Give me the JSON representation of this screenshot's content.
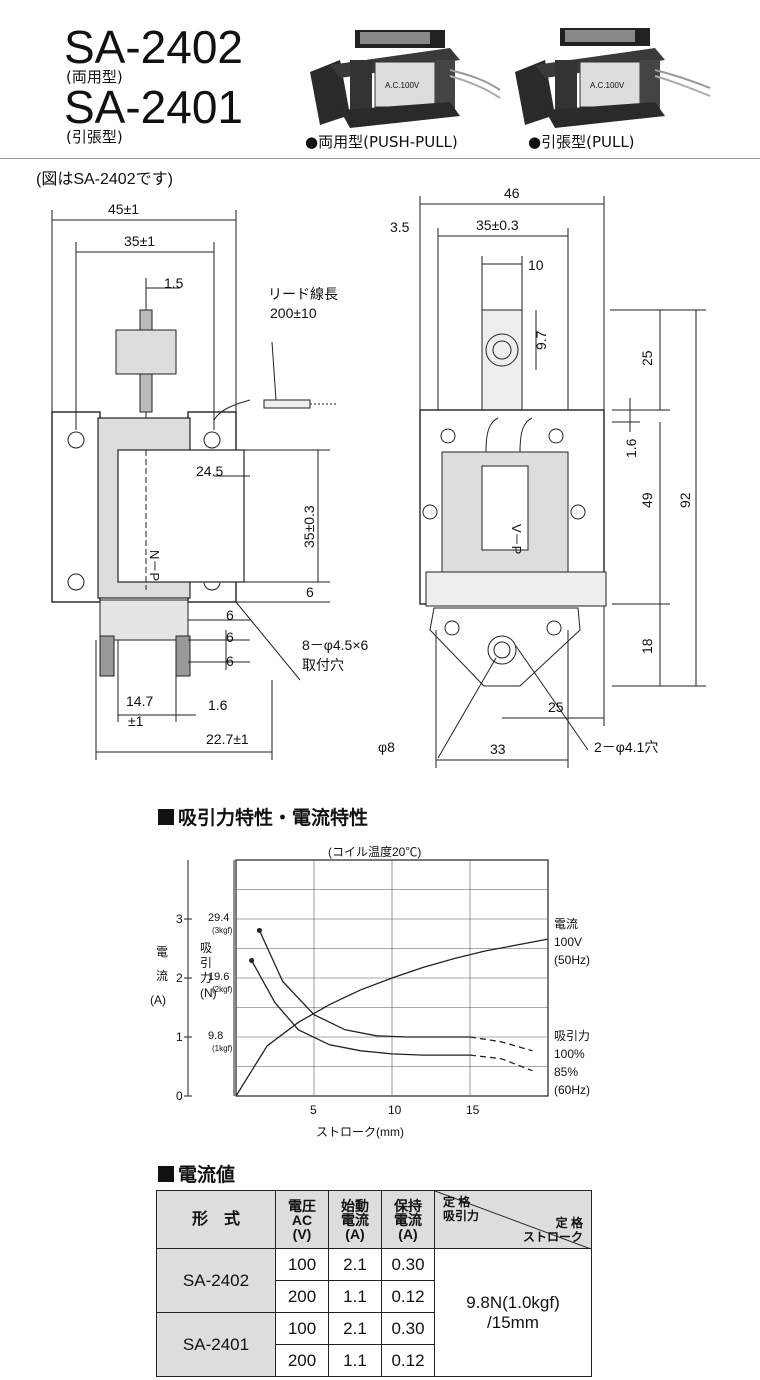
{
  "header": {
    "model_1": "SA-2402",
    "model_1_type": "(両用型)",
    "model_2": "SA-2401",
    "model_2_type": "(引張型)",
    "photo_1_caption": "●両用型(PUSH-PULL)",
    "photo_2_caption": "●引張型(PULL)",
    "photo_label": "A.C.100V"
  },
  "drawing": {
    "note": "(図はSA-2402です)",
    "front": {
      "width_overall": "45±1",
      "width_inner": "35±1",
      "plunger_width": "1.5",
      "lead_label_1": "リード線長",
      "lead_label_2": "200±10",
      "coil_width": "24.5",
      "mount_pitch": "35±0.3",
      "dim_6a": "6",
      "dim_6b": "6",
      "dim_6c": "6",
      "dim_6d": "6",
      "holes_1": "8－φ4.5×6",
      "holes_2": "取付穴",
      "dim_147": "14.7",
      "dim_147b": "±1",
      "dim_16": "1.6",
      "dim_227": "22.7±1",
      "coil_mark": "N－P"
    },
    "side": {
      "dim_46": "46",
      "dim_35": "35±0.3",
      "dim_35a": "3.5",
      "dim_10": "10",
      "dim_97": "9.7",
      "dim_25": "25",
      "dim_16": "1.6",
      "dim_49": "49",
      "dim_92": "92",
      "dim_18": "18",
      "dim_25b": "25",
      "dim_33": "33",
      "phi8": "φ8",
      "holes": "2－φ4.1穴",
      "coil_mark": "V－P"
    }
  },
  "chart_section_title": "吸引力特性・電流特性",
  "chart_data": {
    "type": "line",
    "subtitle": "(コイル温度20℃)",
    "xlabel": "ストローク(mm)",
    "x_ticks": [
      "5",
      "10",
      "15"
    ],
    "xlim": [
      0,
      20
    ],
    "left_axis_label": [
      "電",
      "流",
      "(A)"
    ],
    "left_ticks": [
      "0",
      "1",
      "2",
      "3"
    ],
    "force_axis_label": [
      "吸",
      "引",
      "力",
      "(N)"
    ],
    "force_ticks": [
      {
        "v": "29.4",
        "u": "(3kgf)"
      },
      {
        "v": "19.6",
        "u": "(2kgf)"
      },
      {
        "v": "9.8",
        "u": "(1kgf)"
      }
    ],
    "ylim_force_N": [
      0,
      39.2
    ],
    "current_label": [
      "電流",
      "100V",
      "(50Hz)"
    ],
    "force_label": [
      "吸引力",
      "100%",
      "85%",
      "(60Hz)"
    ],
    "series": [
      {
        "key": "current",
        "x": [
          0,
          2,
          4,
          6,
          8,
          10,
          12,
          14,
          16,
          18,
          20
        ],
        "y": [
          0.0,
          0.85,
          1.25,
          1.55,
          1.8,
          2.0,
          2.18,
          2.33,
          2.46,
          2.56,
          2.66
        ]
      },
      {
        "key": "force_100",
        "x": [
          1.5,
          3,
          5,
          7,
          9,
          11,
          13,
          15,
          17,
          19
        ],
        "y": [
          27.5,
          19.0,
          13.5,
          11.0,
          10.0,
          9.8,
          9.8,
          9.8,
          9.0,
          7.5
        ]
      },
      {
        "key": "force_85",
        "x": [
          1,
          2.5,
          4,
          6,
          8,
          10,
          12,
          14,
          15,
          17,
          19
        ],
        "y": [
          22.5,
          15.5,
          11.0,
          8.5,
          7.5,
          7.0,
          6.8,
          6.8,
          6.8,
          6.2,
          4.2
        ]
      }
    ],
    "grid": true
  },
  "table_section_title": "電流値",
  "table": {
    "h_model": "形　式",
    "h_voltage": [
      "電圧",
      "AC",
      "(V)"
    ],
    "h_start": [
      "始動",
      "電流",
      "(A)"
    ],
    "h_hold": [
      "保持",
      "電流",
      "(A)"
    ],
    "h_rated_force": [
      "定 格",
      "吸引力"
    ],
    "h_rated_stroke": [
      "定 格",
      "ストローク"
    ],
    "rows": [
      {
        "model": "SA-2402",
        "v": "100",
        "start": "2.1",
        "hold": "0.30"
      },
      {
        "model": "",
        "v": "200",
        "start": "1.1",
        "hold": "0.12"
      },
      {
        "model": "SA-2401",
        "v": "100",
        "start": "2.1",
        "hold": "0.30"
      },
      {
        "model": "",
        "v": "200",
        "start": "1.1",
        "hold": "0.12"
      }
    ],
    "rating": [
      "9.8N(1.0kgf)",
      "/15mm"
    ]
  }
}
